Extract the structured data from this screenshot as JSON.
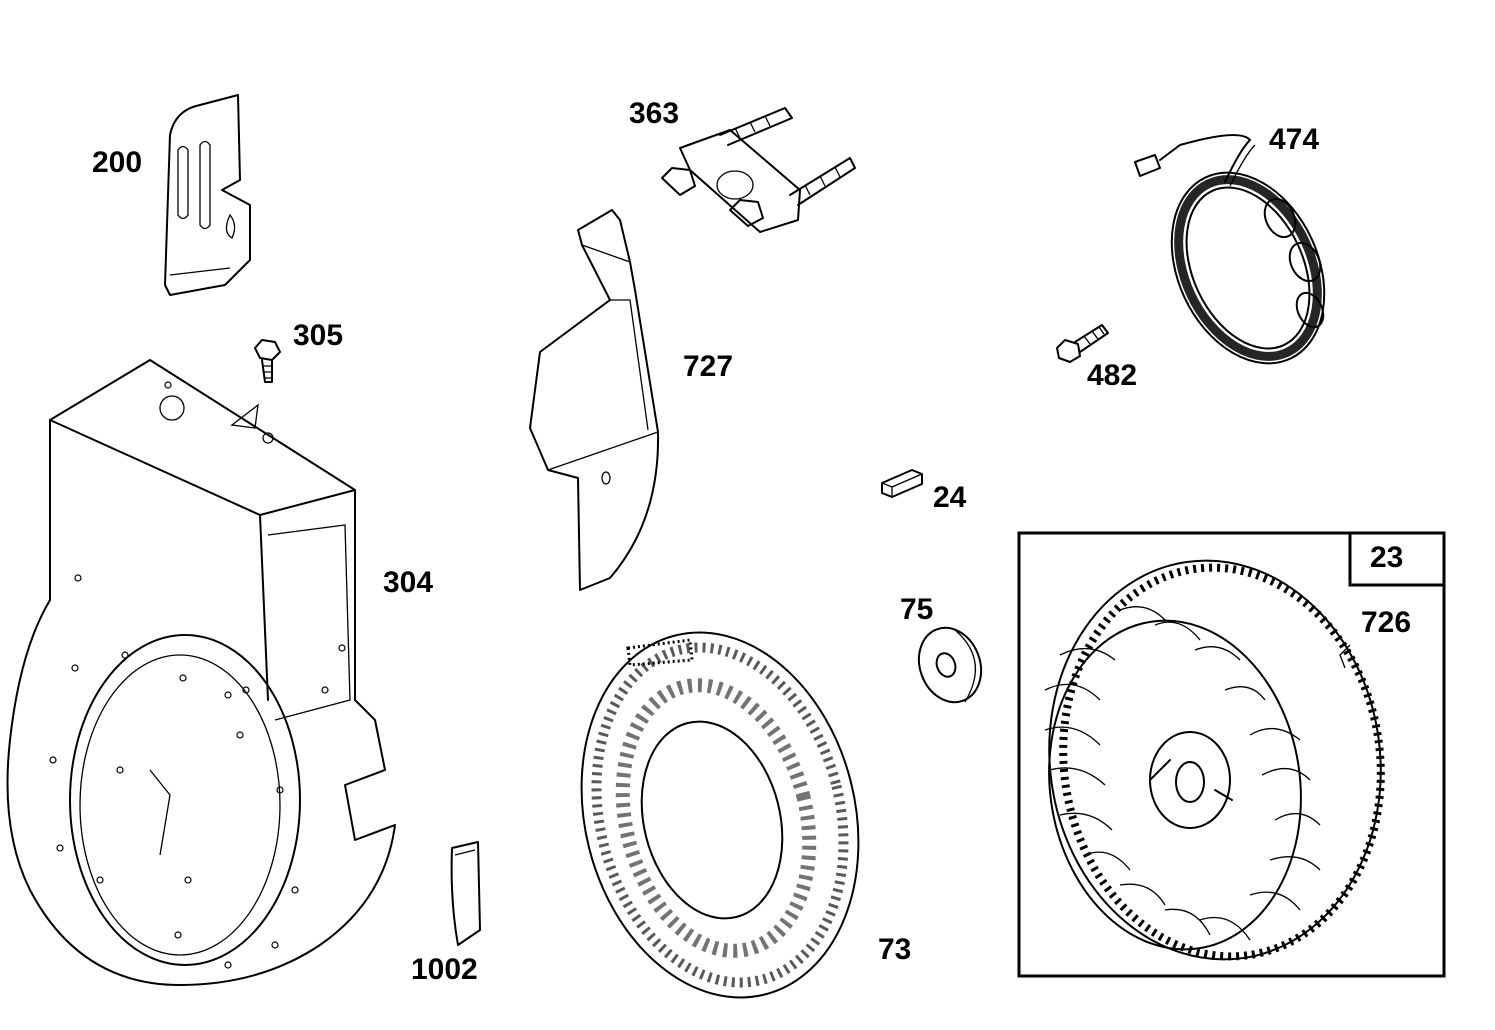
{
  "parts": [
    {
      "id": "p200",
      "number": "200"
    },
    {
      "id": "p305",
      "number": "305"
    },
    {
      "id": "p304",
      "number": "304"
    },
    {
      "id": "p1002",
      "number": "1002"
    },
    {
      "id": "p363",
      "number": "363"
    },
    {
      "id": "p727",
      "number": "727"
    },
    {
      "id": "p73",
      "number": "73"
    },
    {
      "id": "p24",
      "number": "24"
    },
    {
      "id": "p75",
      "number": "75"
    },
    {
      "id": "p474",
      "number": "474"
    },
    {
      "id": "p482",
      "number": "482"
    },
    {
      "id": "p726",
      "number": "726"
    }
  ],
  "kit_box": {
    "number": "23"
  }
}
